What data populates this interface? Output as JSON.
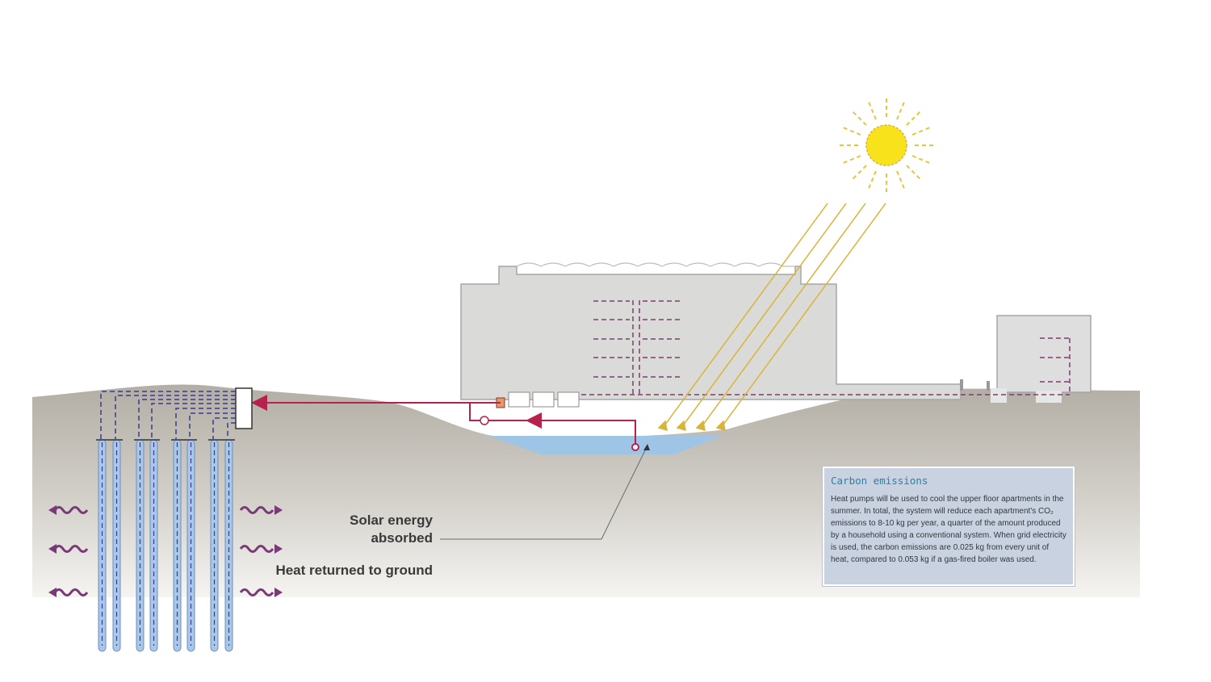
{
  "labels": {
    "solar_energy": "Solar energy absorbed",
    "heat_returned": "Heat returned to ground"
  },
  "info_box": {
    "title": "Carbon emissions",
    "body": "Heat pumps will be used to cool the upper floor apartments in the summer. In total, the system will reduce each apartment's CO₂ emissions to 8-10 kg per year, a quarter of the amount produced by a household using a conventional system. When grid electricity is used, the carbon emissions are 0.025 kg from every unit of heat, compared to 0.053 kg if a gas-fired boiler was used."
  },
  "colors": {
    "sky": "#ffffff",
    "ground_top": "#b2aea5",
    "ground_bottom": "#f3f2ef",
    "building": "#dadad8",
    "pond": "#9fc5e6",
    "sun": "#f7e21c",
    "sun_rays": "#d9b43a",
    "flow_pipe": "#b6214d",
    "loop_pipe": "#3a3a8c",
    "borehole": "#a9c7ea",
    "heat_arrow": "#7a3a78",
    "interior_pipe": "#7b3d6e",
    "info_title": "#2d7fa6",
    "info_box": "#c9d2e0"
  },
  "icons": [
    "sun-icon",
    "heat-wave-arrow-icon",
    "pump-icon",
    "heat-exchanger-icon"
  ]
}
